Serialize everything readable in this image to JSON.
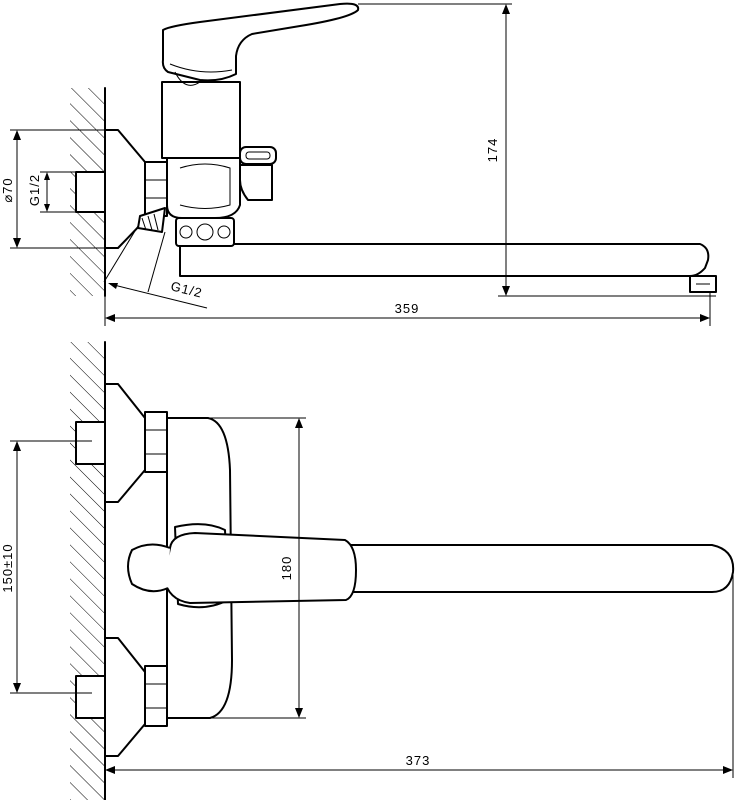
{
  "dimensions": {
    "top_height": "174",
    "top_length": "359",
    "flange_diameter": "⌀70",
    "inlet_thread": "G1/2",
    "outlet_thread": "G1/2",
    "center_distance": "150±10",
    "body_height": "180",
    "bottom_length": "373"
  }
}
